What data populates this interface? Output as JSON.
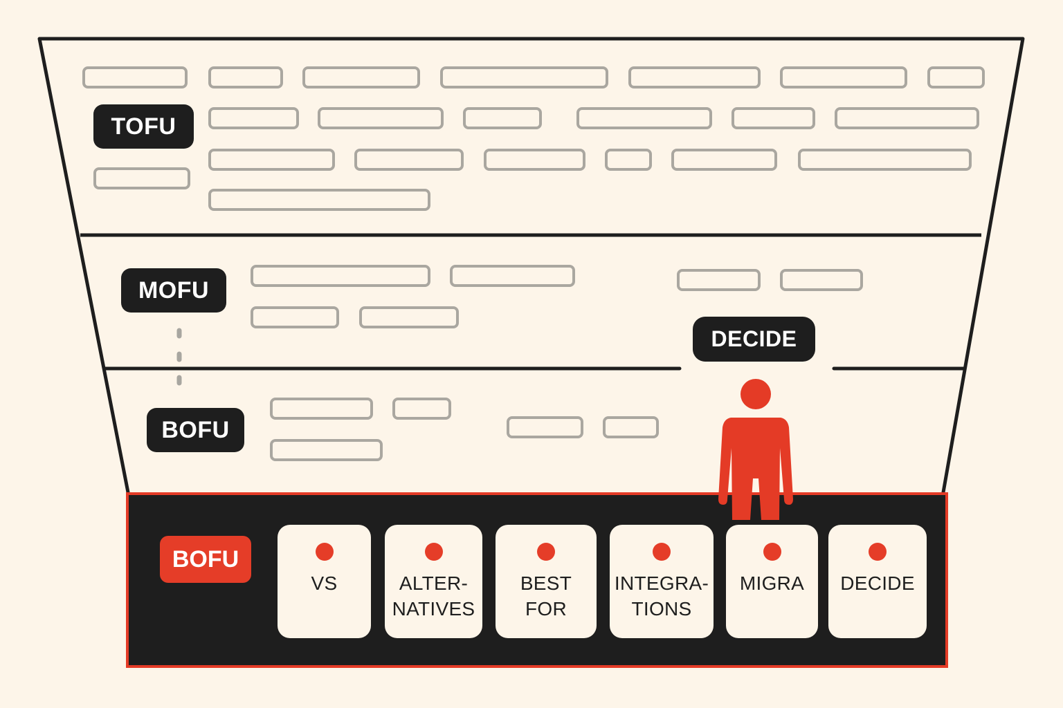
{
  "funnel": {
    "stages": [
      {
        "id": "tofu",
        "label": "TOFU"
      },
      {
        "id": "mofu",
        "label": "MOFU"
      },
      {
        "id": "bofu",
        "label": "BOFU"
      }
    ],
    "decide_label": "DECIDE"
  },
  "bofu_panel": {
    "label": "BOFU",
    "cards": [
      {
        "text": "VS"
      },
      {
        "text": "ALTER-\nNATIVES"
      },
      {
        "text": "BEST\nFOR"
      },
      {
        "text": "INTEGRA-\nTIONS"
      },
      {
        "text": "MIGRA"
      },
      {
        "text": "DECIDE"
      }
    ]
  },
  "colors": {
    "background": "#fdf5e9",
    "ink": "#1e1e1e",
    "accent": "#e53d28",
    "placeholder": "#aaa7a0"
  },
  "icons": [
    "person-icon"
  ]
}
